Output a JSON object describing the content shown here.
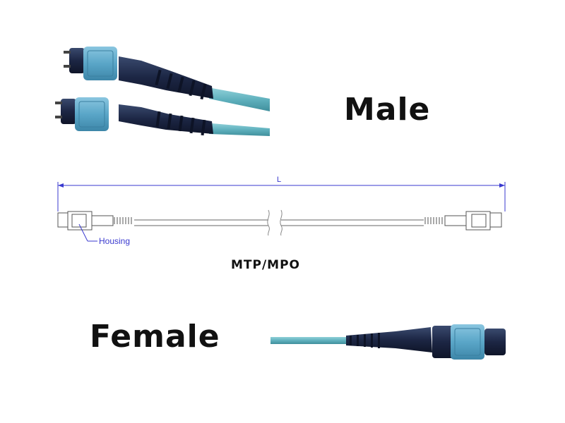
{
  "labels": {
    "male": "Male",
    "female": "Female",
    "connector_type": "MTP/MPO",
    "length_dimension": "L",
    "housing_callout": "Housing"
  },
  "colors": {
    "cable_aqua": "#6fb7c2",
    "boot_navy": "#1f2a4a",
    "latch_blue": "#5aa6c8",
    "dimension_line": "#3a3acf",
    "drawing_line": "#555555",
    "label_text": "#111111"
  }
}
